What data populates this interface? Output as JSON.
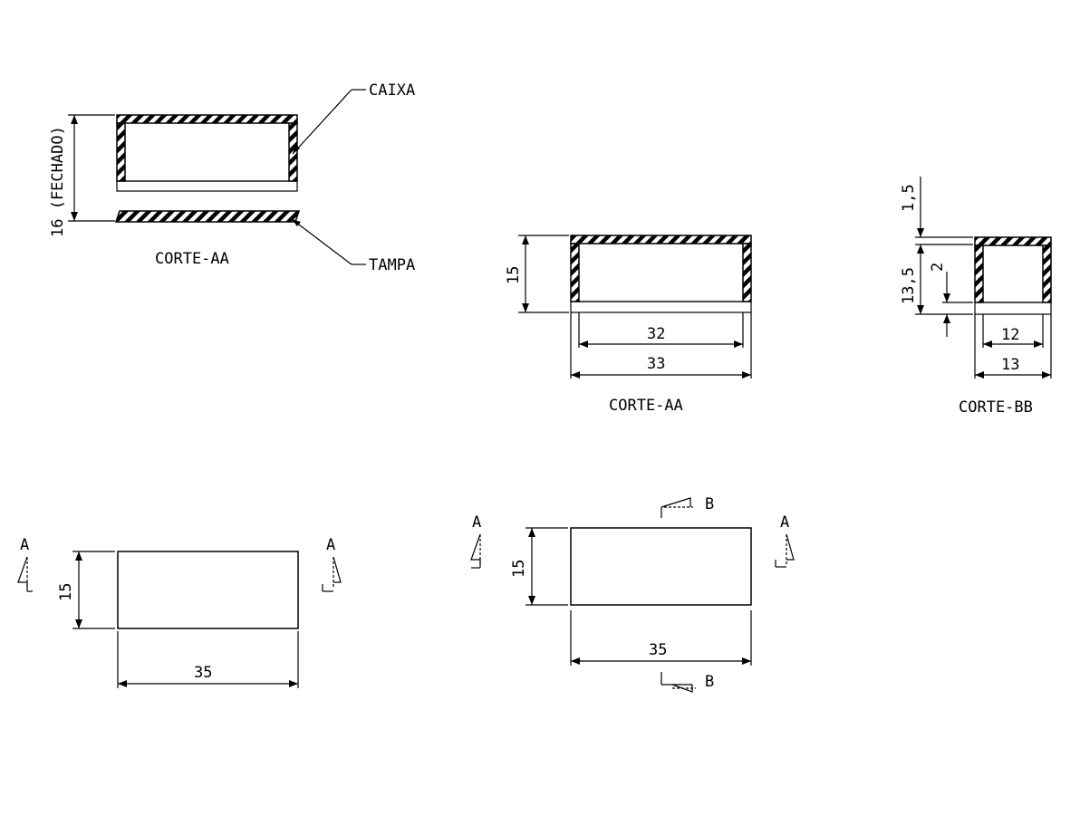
{
  "labels": {
    "caixa": "CAIXA",
    "tampa": "TAMPA",
    "corte_aa_1": "CORTE-AA",
    "corte_aa_2": "CORTE-AA",
    "corte_bb": "CORTE-BB",
    "fechado": "16 (FECHADO)"
  },
  "dimensions": {
    "aa_height": "15",
    "aa_inner_width": "32",
    "aa_outer_width": "33",
    "bb_top": "1,5",
    "bb_height": "13,5",
    "bb_step": "2",
    "bb_inner_width": "12",
    "bb_outer_width": "13",
    "plan1_height": "15",
    "plan1_width": "35",
    "plan2_height": "15",
    "plan2_width": "35"
  },
  "section_marks": {
    "a": "A",
    "b": "B"
  }
}
